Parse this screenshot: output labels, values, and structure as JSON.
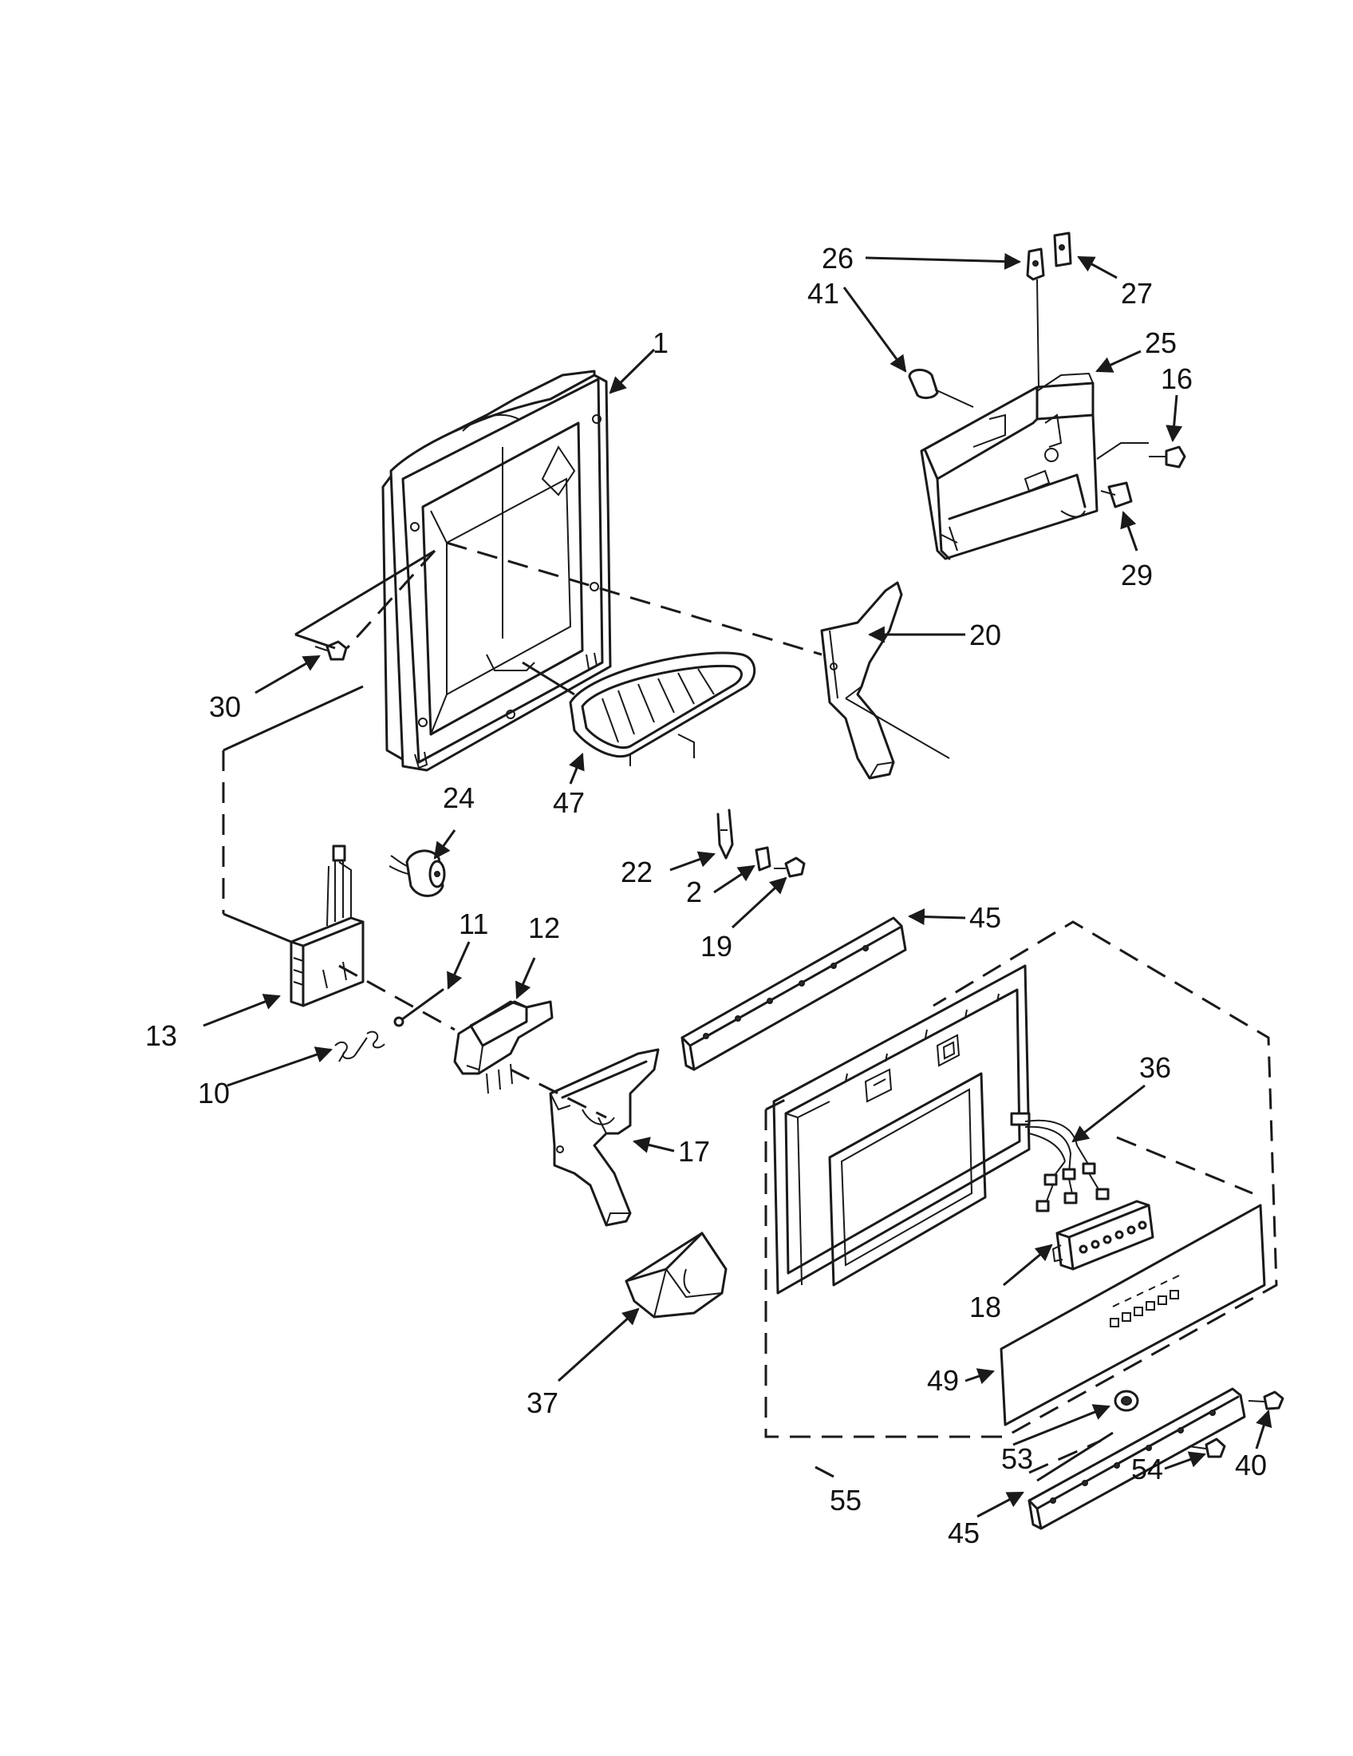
{
  "callouts": [
    {
      "id": "c1",
      "label": "1"
    },
    {
      "id": "c2",
      "label": "2"
    },
    {
      "id": "c10",
      "label": "10"
    },
    {
      "id": "c11",
      "label": "11"
    },
    {
      "id": "c12",
      "label": "12"
    },
    {
      "id": "c13",
      "label": "13"
    },
    {
      "id": "c16",
      "label": "16"
    },
    {
      "id": "c17",
      "label": "17"
    },
    {
      "id": "c18",
      "label": "18"
    },
    {
      "id": "c19",
      "label": "19"
    },
    {
      "id": "c20",
      "label": "20"
    },
    {
      "id": "c22",
      "label": "22"
    },
    {
      "id": "c24",
      "label": "24"
    },
    {
      "id": "c25",
      "label": "25"
    },
    {
      "id": "c26",
      "label": "26"
    },
    {
      "id": "c27",
      "label": "27"
    },
    {
      "id": "c29",
      "label": "29"
    },
    {
      "id": "c30",
      "label": "30"
    },
    {
      "id": "c36",
      "label": "36"
    },
    {
      "id": "c37",
      "label": "37"
    },
    {
      "id": "c40",
      "label": "40"
    },
    {
      "id": "c41",
      "label": "41"
    },
    {
      "id": "c45a",
      "label": "45"
    },
    {
      "id": "c45b",
      "label": "45"
    },
    {
      "id": "c47",
      "label": "47"
    },
    {
      "id": "c49",
      "label": "49"
    },
    {
      "id": "c53",
      "label": "53"
    },
    {
      "id": "c54",
      "label": "54"
    },
    {
      "id": "c55",
      "label": "55"
    }
  ]
}
